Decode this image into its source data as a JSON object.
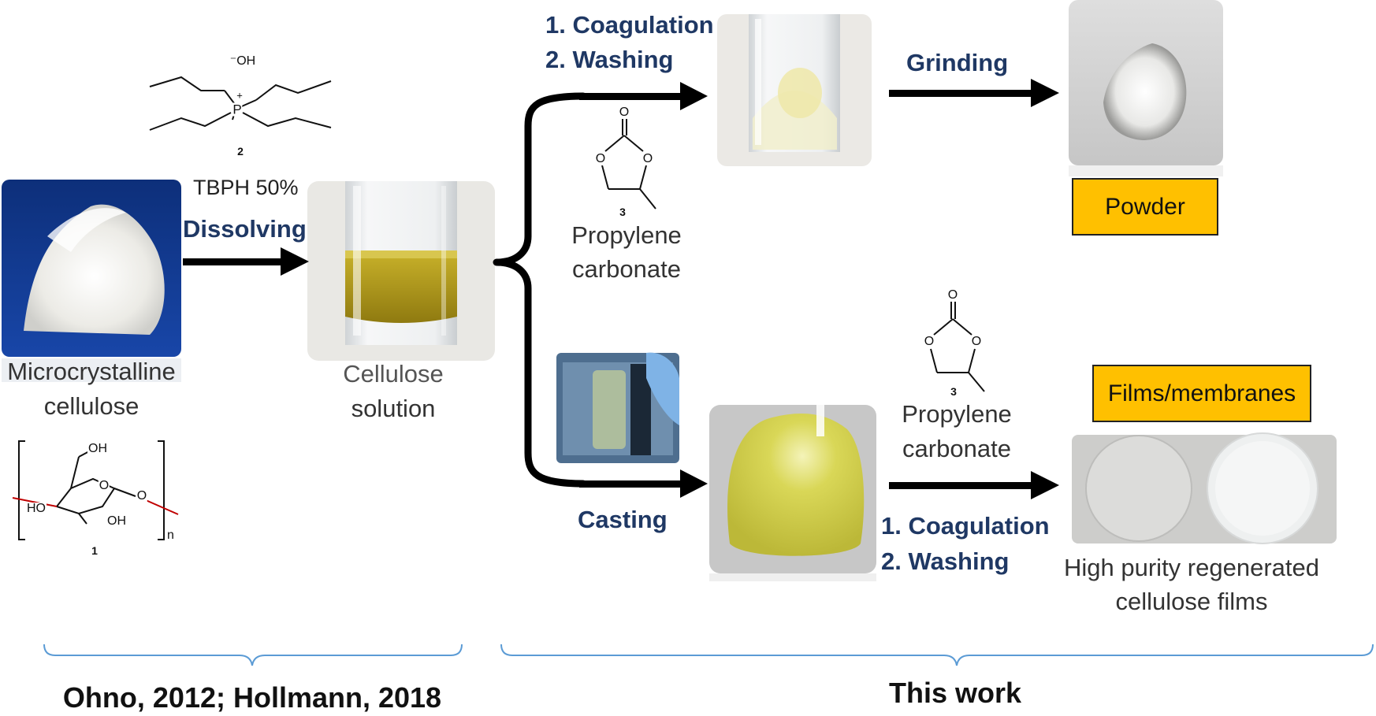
{
  "materials": {
    "mcc_line1": "Microcrystalline",
    "mcc_line2": "cellulose",
    "solution_line1": "Cellulose",
    "solution_line2": "solution",
    "pc_line1": "Propylene",
    "pc_line2": "carbonate",
    "films_line1": "High purity regenerated",
    "films_line2": "cellulose films"
  },
  "reagent": {
    "tbph": "TBPH 50%",
    "hydroxide": "⁻OH",
    "phosphorus": "P",
    "plus": "+"
  },
  "steps": {
    "dissolving": "Dissolving",
    "coag_top": "1. Coagulation",
    "wash_top": "2. Washing",
    "grinding": "Grinding",
    "casting": "Casting",
    "coag_bottom": "1. Coagulation",
    "wash_bottom": "2. Washing"
  },
  "products": {
    "powder": "Powder",
    "films": "Films/membranes"
  },
  "compounds": {
    "n1": "1",
    "n2": "2",
    "n3": "3",
    "O": "O",
    "OH": "OH",
    "HO": "HO",
    "n_sub": "n"
  },
  "footer": {
    "left": "Ohno, 2012; Hollmann, 2018",
    "right": "This work"
  },
  "colors": {
    "step_text": "#1f3864",
    "product_box": "#ffc000",
    "brace": "#5b9bd5",
    "polymer_bond": "#c00000",
    "arrow": "#000000"
  },
  "icons": {
    "mcc_photo": "white-powder-on-blue-photo",
    "vial_solution": "yellow-solution-vial-photo",
    "vial_gel": "gel-in-vial-photo",
    "powder_photo": "white-powder-photo",
    "casting_tray": "casting-tray-photo",
    "yellow_film": "yellow-film-photo",
    "clear_films": "two-clear-films-photo"
  }
}
